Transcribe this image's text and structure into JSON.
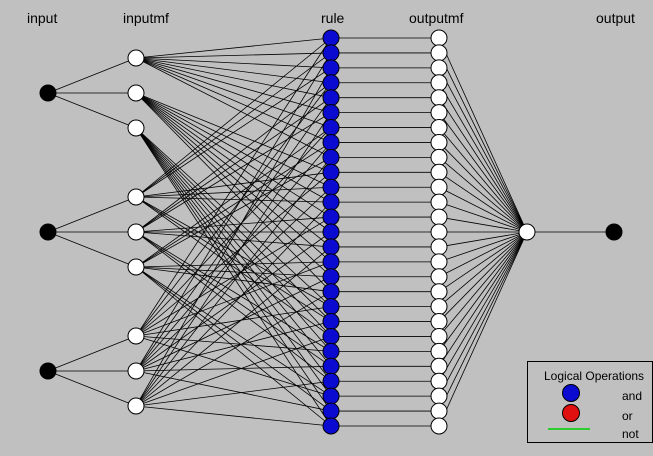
{
  "columns": {
    "input": "input",
    "inputmf": "inputmf",
    "rule": "rule",
    "outputmf": "outputmf",
    "output": "output"
  },
  "network": {
    "inputs": 3,
    "inputmf_per_input": 3,
    "rules": 27,
    "outputmfs": 27,
    "outputs": 1
  },
  "colors": {
    "background": "#c0c0c0",
    "rule_node": "#0a0ad0",
    "input_node": "#000000",
    "mf_node": "#ffffff",
    "or_node": "#e01010",
    "not_line": "#2ecc2e"
  },
  "legend": {
    "title": "Logical Operations",
    "and": "and",
    "or": "or",
    "not": "not"
  }
}
